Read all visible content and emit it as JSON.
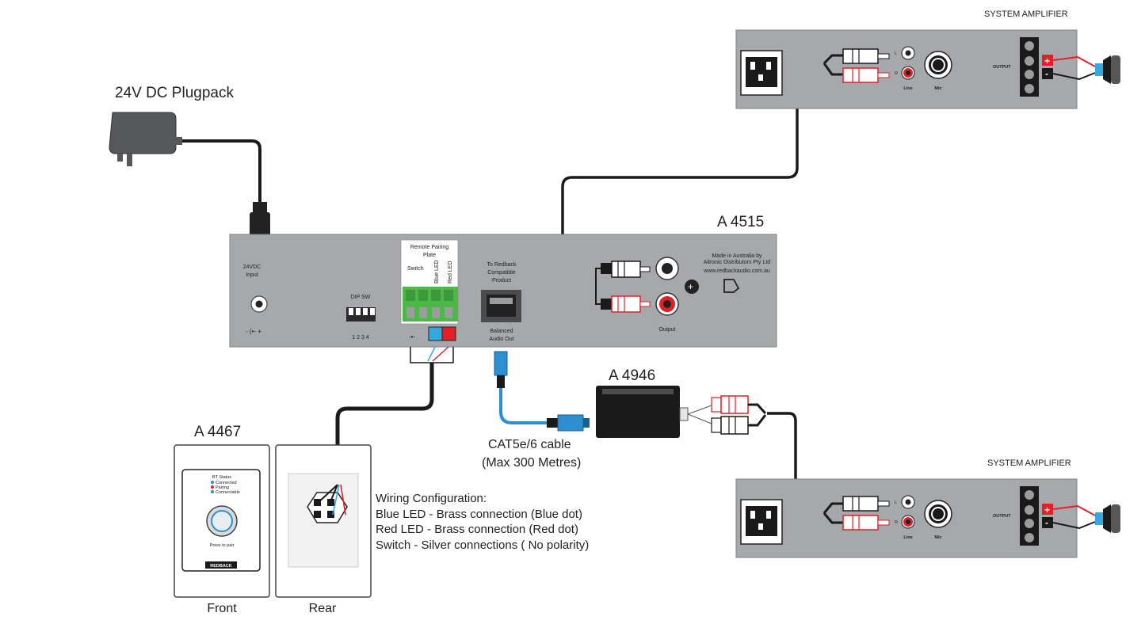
{
  "plugpack": {
    "title": "24V DC Plugpack"
  },
  "main_unit": {
    "model": "A 4515",
    "power_input": [
      "24VDC",
      "Input"
    ],
    "dip_label": "DIP SW",
    "dip_numbers": "1 2 3 4",
    "remote_title": [
      "Remote Pairing",
      "Plate"
    ],
    "terminal_labels": {
      "switch": "Switch",
      "blue": "Blue LED",
      "red": "Red LED"
    },
    "redback_label": [
      "To Redback",
      "Compatible",
      "Product"
    ],
    "rj45_label": [
      "Balanced",
      "Audio Out"
    ],
    "output_label": "Output",
    "made_in": [
      "Made in Australia by",
      "Altronic Distributors Pty Ltd",
      "www.redbackaudio.com.au"
    ]
  },
  "converter": {
    "model": "A 4946"
  },
  "cable": {
    "line1": "CAT5e/6 cable",
    "line2": "(Max 300 Metres)"
  },
  "plate": {
    "model": "A 4467",
    "front_label": "Front",
    "rear_label": "Rear",
    "status_lines": [
      "BT Status",
      "Connected",
      "Pairing",
      "Connectable"
    ],
    "press_text": "Press to pair",
    "brand": "REDBACK"
  },
  "wiring": {
    "heading": "Wiring Configuration:",
    "lines": [
      "Blue LED - Brass connection (Blue dot)",
      "Red LED - Brass connection (Red dot)",
      "Switch - Silver connections ( No polarity)"
    ]
  },
  "amplifiers": [
    {
      "title": "SYSTEM AMPLIFIER",
      "output_label": "OUTPUT",
      "line_label": "Line",
      "mic_label": "Mic",
      "l": "L",
      "r": "R"
    },
    {
      "title": "SYSTEM AMPLIFIER",
      "output_label": "OUTPUT",
      "line_label": "Line",
      "mic_label": "Mic",
      "l": "L",
      "r": "R"
    }
  ],
  "colors": {
    "device_grey": "#a6a8ab",
    "terminal_green": "#4cb848",
    "red": "#e32028",
    "blue": "#35a8e0",
    "cable_blue": "#2c8fd0"
  }
}
